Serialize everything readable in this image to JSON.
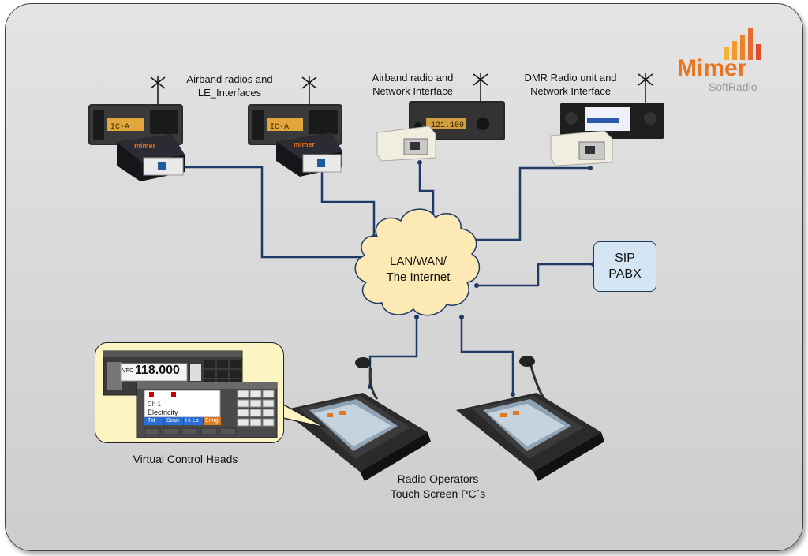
{
  "labels": {
    "airband_radios": [
      "Airband radios and",
      "LE_Interfaces"
    ],
    "airband_radio_net": [
      "Airband radio and",
      "Network Interface"
    ],
    "dmr_unit": [
      "DMR Radio unit and",
      "Network Interface"
    ],
    "cloud": [
      "LAN/WAN/",
      "The Internet"
    ],
    "sip": [
      "SIP",
      "PABX"
    ],
    "vch": "Virtual Control Heads",
    "operators": [
      "Radio Operators",
      "Touch Screen PC´s"
    ]
  },
  "logo": {
    "name": "Mimer",
    "sub": "SoftRadio"
  },
  "radio_displays": {
    "icom1": "IC-A",
    "icom2": "IC-A",
    "freq": "121.100"
  },
  "vch_screen": {
    "vfo_label": "VFO",
    "vfo_freq": "118.000",
    "channel": "Ch 1",
    "name": "Electricity",
    "buttons": [
      "Txt",
      "Scan",
      "Hi-Lo",
      "Emrg"
    ]
  },
  "colors": {
    "line": "#1d3b66",
    "cloud": "#fde9b4",
    "sip_fill": "#d4e6f4",
    "logo": "#e8741e"
  }
}
